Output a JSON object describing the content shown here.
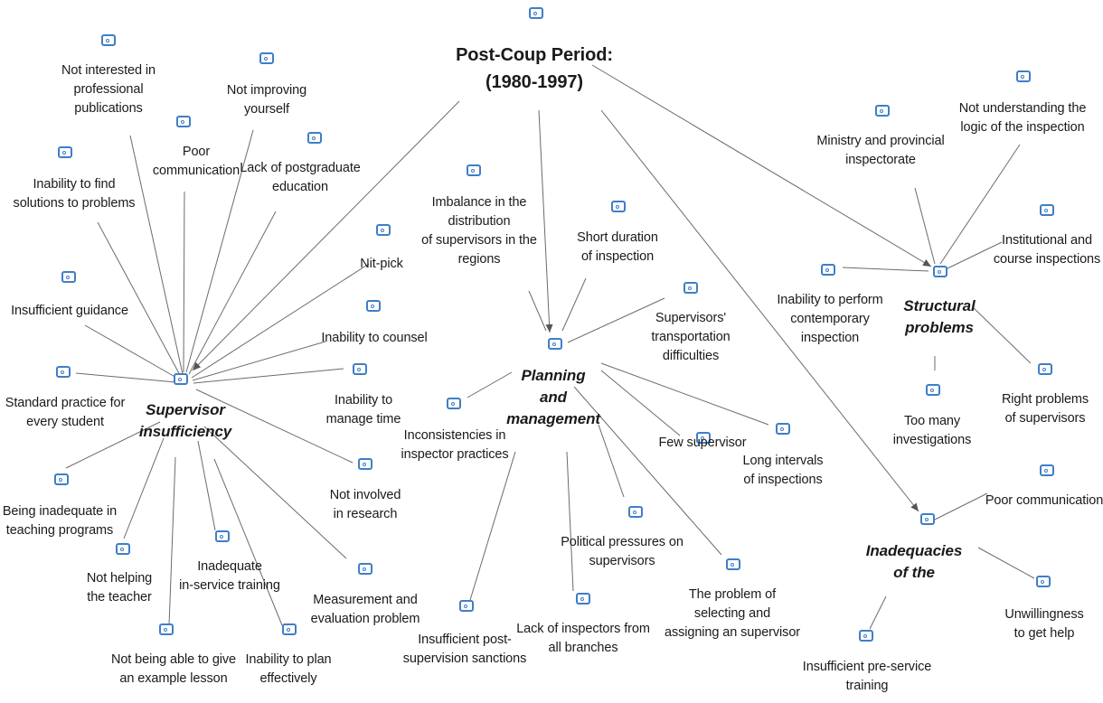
{
  "root": {
    "lines": [
      "Post-Coup Period:",
      "(1980-1997)"
    ]
  },
  "categories": {
    "supervisor": {
      "lines": [
        "Supervisor",
        "insufficiency"
      ]
    },
    "planning": {
      "lines": [
        "Planning",
        "and",
        "management"
      ]
    },
    "structural": {
      "lines": [
        "Structural",
        "problems"
      ]
    },
    "inadequacies": {
      "lines": [
        "Inadequacies",
        "of the"
      ]
    }
  },
  "supervisor_items": [
    {
      "lines": [
        "Not interested in",
        "professional",
        "publications"
      ]
    },
    {
      "lines": [
        "Poor",
        "communication"
      ]
    },
    {
      "lines": [
        "Not improving",
        "yourself"
      ]
    },
    {
      "lines": [
        "Lack of postgraduate",
        "education"
      ]
    },
    {
      "lines": [
        "Inability to find",
        "solutions to problems"
      ]
    },
    {
      "lines": [
        "Nit-pick"
      ]
    },
    {
      "lines": [
        "Insufficient guidance"
      ]
    },
    {
      "lines": [
        "Inability to counsel"
      ]
    },
    {
      "lines": [
        "Standard practice for",
        "every student"
      ]
    },
    {
      "lines": [
        "Inability to",
        "manage time"
      ]
    },
    {
      "lines": [
        "Not involved",
        "in research"
      ]
    },
    {
      "lines": [
        "Being inadequate in",
        "teaching programs"
      ]
    },
    {
      "lines": [
        "Not helping",
        "the teacher"
      ]
    },
    {
      "lines": [
        "Inadequate",
        "in-service training"
      ]
    },
    {
      "lines": [
        "Measurement and",
        "evaluation problem"
      ]
    },
    {
      "lines": [
        "Not being able to give",
        "an example lesson"
      ]
    },
    {
      "lines": [
        "Inability to plan",
        "effectively"
      ]
    }
  ],
  "planning_items": [
    {
      "lines": [
        "Imbalance in the",
        "distribution",
        "of supervisors in the",
        "regions"
      ]
    },
    {
      "lines": [
        "Short duration",
        "of inspection"
      ]
    },
    {
      "lines": [
        "Supervisors'",
        "transportation",
        "difficulties"
      ]
    },
    {
      "lines": [
        "Inconsistencies in",
        "inspector practices"
      ]
    },
    {
      "lines": [
        "Few supervisor"
      ]
    },
    {
      "lines": [
        "Long intervals",
        "of inspections"
      ]
    },
    {
      "lines": [
        "Political pressures on",
        "supervisors"
      ]
    },
    {
      "lines": [
        "The problem of",
        "selecting and",
        "assigning an supervisor"
      ]
    },
    {
      "lines": [
        "Insufficient post-",
        "supervision sanctions"
      ]
    },
    {
      "lines": [
        "Lack of inspectors from",
        "all branches"
      ]
    }
  ],
  "structural_items": [
    {
      "lines": [
        "Ministry and provincial",
        "inspectorate"
      ]
    },
    {
      "lines": [
        "Not understanding the",
        "logic of the inspection"
      ]
    },
    {
      "lines": [
        "Institutional and",
        "course inspections"
      ]
    },
    {
      "lines": [
        "Inability to perform",
        "contemporary",
        "inspection"
      ]
    },
    {
      "lines": [
        "Too many",
        "investigations"
      ]
    },
    {
      "lines": [
        "Right problems",
        "of supervisors"
      ]
    }
  ],
  "inadequacy_items": [
    {
      "lines": [
        "Poor communication"
      ]
    },
    {
      "lines": [
        "Unwillingness",
        "to get help"
      ]
    },
    {
      "lines": [
        "Insufficient pre-service",
        "training"
      ]
    }
  ]
}
